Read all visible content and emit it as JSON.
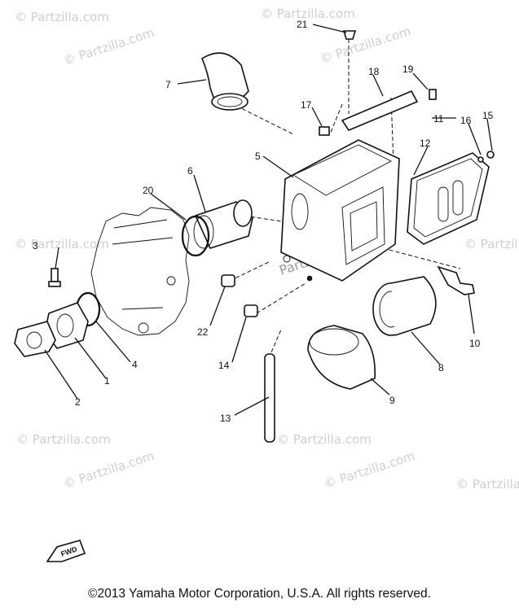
{
  "watermark": {
    "text": "© Partzilla.com",
    "center_text": "Partzilla.com"
  },
  "callouts": [
    "1",
    "2",
    "3",
    "4",
    "5",
    "6",
    "7",
    "8",
    "9",
    "10",
    "11",
    "12",
    "13",
    "14",
    "15",
    "16",
    "17",
    "18",
    "19",
    "20",
    "21",
    "22"
  ],
  "fwd_badge": "FWD",
  "copyright": "©2013  Yamaha Motor Corporation, U.S.A. All rights reserved."
}
